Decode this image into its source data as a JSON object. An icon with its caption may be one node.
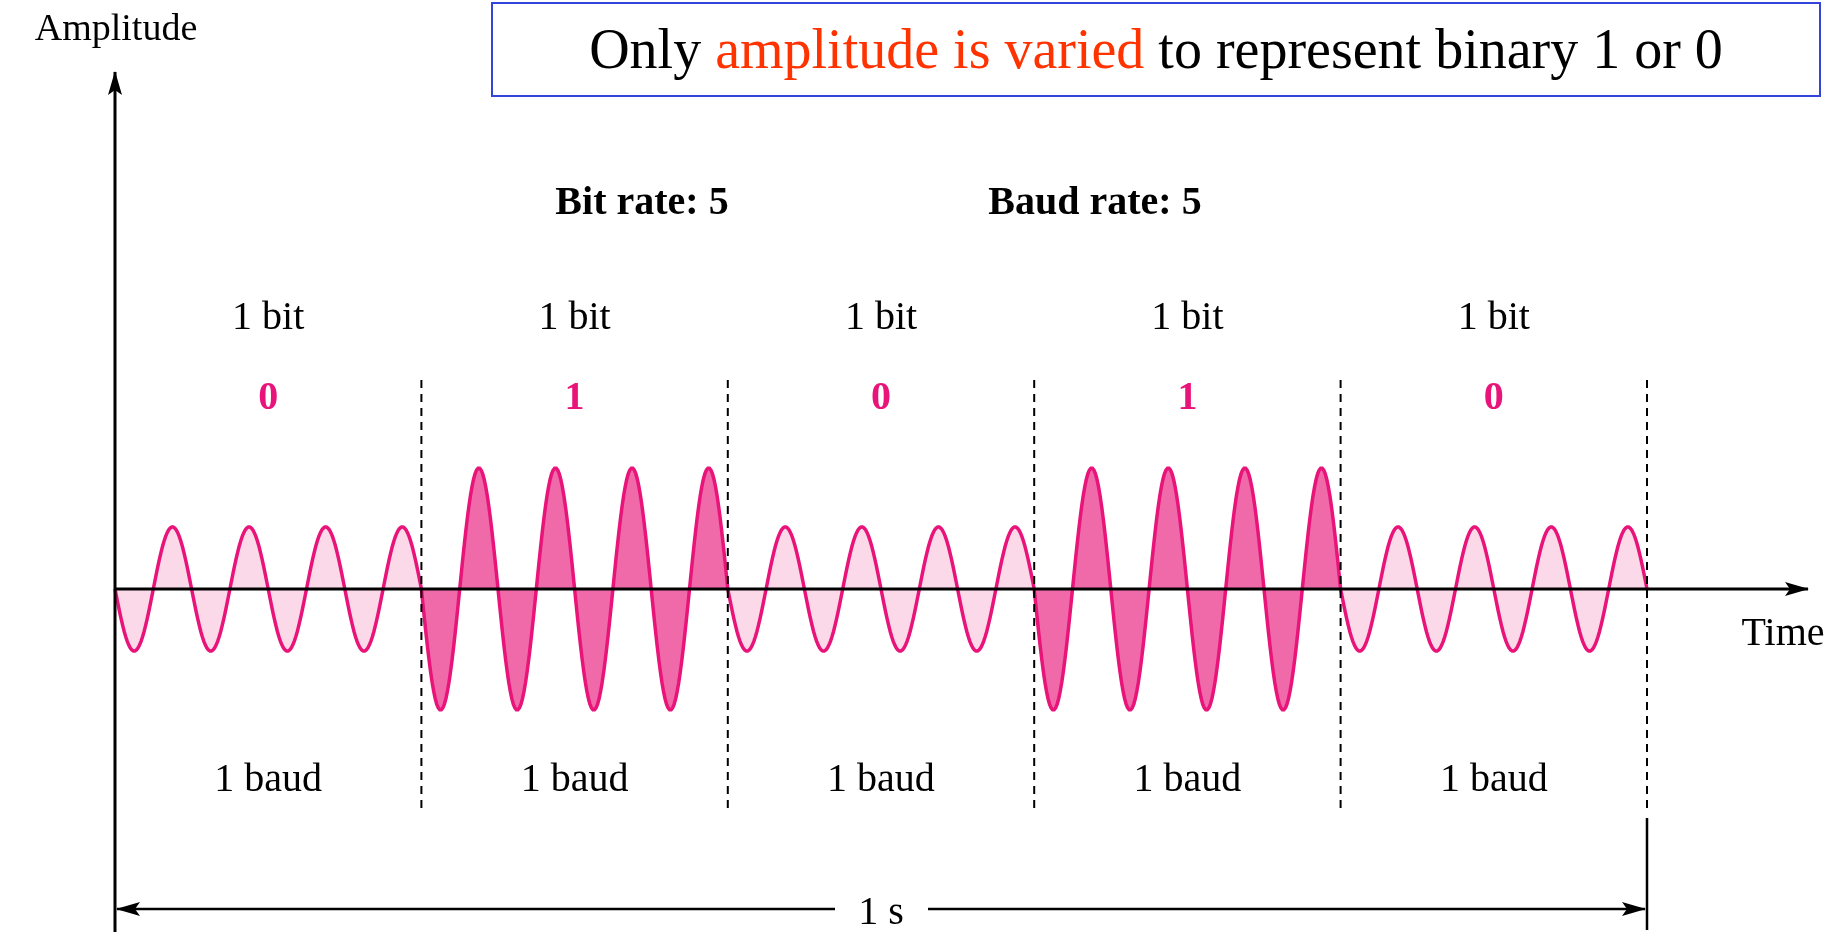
{
  "diagram": {
    "title": "Only *amplitude is varied* to represent binary 1 or 0",
    "labels": [
      "Amplitude",
      "Bit rate: 5",
      "Baud rate: 5",
      "1 bit",
      "1 bit",
      "1 bit",
      "1 bit",
      "1 bit",
      "0",
      "1",
      "0",
      "1",
      "0",
      "Time",
      "1 baud",
      "1 baud",
      "1 baud",
      "1 baud",
      "1 baud",
      "1 s"
    ]
  }
}
